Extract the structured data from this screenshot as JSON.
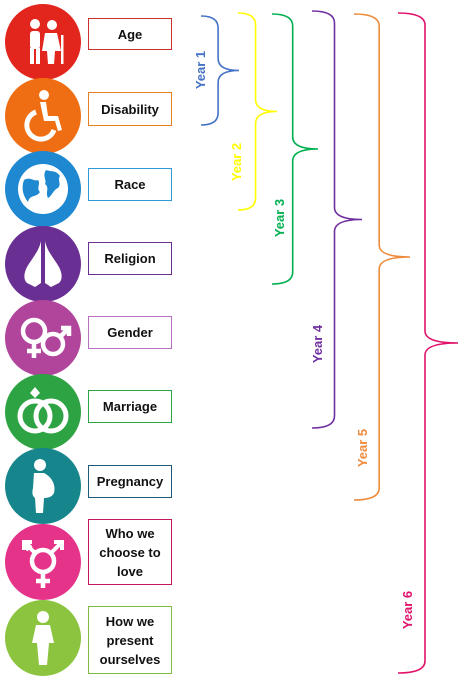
{
  "characteristics": [
    {
      "label": "Age",
      "icon": "elderly-couple-icon",
      "color": "#E2261E",
      "border": "#C9302C"
    },
    {
      "label": "Disability",
      "icon": "wheelchair-icon",
      "color": "#F06E13",
      "border": "#E67E22"
    },
    {
      "label": "Race",
      "icon": "globe-icon",
      "color": "#1E88D0",
      "border": "#2E9BD8"
    },
    {
      "label": "Religion",
      "icon": "praying-hands-icon",
      "color": "#6A2F93",
      "border": "#6A2F93"
    },
    {
      "label": "Gender",
      "icon": "gender-symbols-icon",
      "color": "#B1449B",
      "border": "#B86FC0"
    },
    {
      "label": "Marriage",
      "icon": "wedding-rings-icon",
      "color": "#2EA344",
      "border": "#2EA344"
    },
    {
      "label": "Pregnancy",
      "icon": "pregnant-woman-icon",
      "color": "#16858C",
      "border": "#1F5A7A"
    },
    {
      "label": "Who we\nchoose to\nlove",
      "icon": "transgender-symbol-icon",
      "color": "#E5338A",
      "border": "#C2185B"
    },
    {
      "label": "How we\npresent\nourselves",
      "icon": "person-icon",
      "color": "#8CC43F",
      "border": "#7DBB42"
    }
  ],
  "years": [
    {
      "label": "Year 1",
      "color": "#4472C4"
    },
    {
      "label": "Year 2",
      "color": "#FFFF00"
    },
    {
      "label": "Year 3",
      "color": "#00B050"
    },
    {
      "label": "Year 4",
      "color": "#7030A0"
    },
    {
      "label": "Year 5",
      "color": "#ED8B3C"
    },
    {
      "label": "Year 6",
      "color": "#E0136B"
    }
  ]
}
